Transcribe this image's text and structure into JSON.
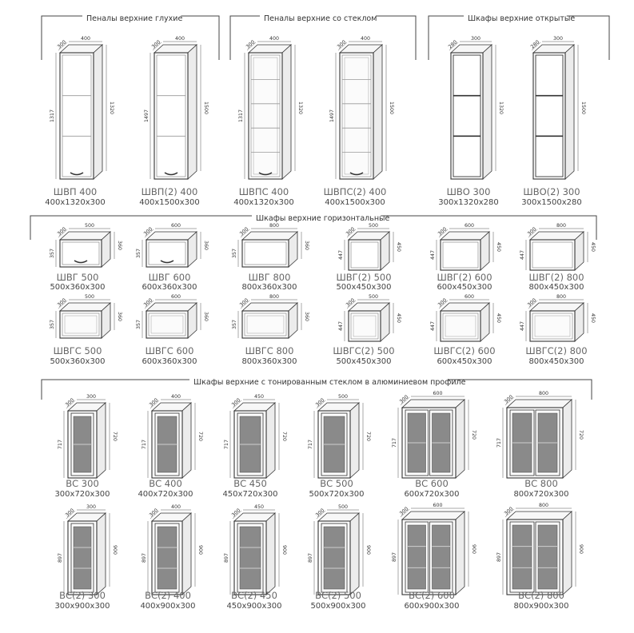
{
  "sections": [
    {
      "title": "Пеналы верхние глухие"
    },
    {
      "title": "Пеналы верхние со стеклом"
    },
    {
      "title": "Шкафы верхние открытые"
    },
    {
      "title": "Шкафы верхние горизонтальные"
    },
    {
      "title": "Шкафы верхние с тонированным стеклом в алюминиевом профиле"
    }
  ],
  "items": [
    {
      "name": "ШВП 400",
      "dims": "400x1320x300",
      "depth_label": "300",
      "width_label": "400",
      "height_left": "1317",
      "height_right": "1320",
      "type": "solid",
      "shelves": 2,
      "handle": true
    },
    {
      "name": "ШВП(2) 400",
      "dims": "400x1500x300",
      "depth_label": "300",
      "width_label": "400",
      "height_left": "1497",
      "height_right": "1500",
      "type": "solid",
      "shelves": 2,
      "handle": true
    },
    {
      "name": "ШВПС 400",
      "dims": "400x1320x300",
      "depth_label": "300",
      "width_label": "400",
      "height_left": "1317",
      "height_right": "1320",
      "type": "glass",
      "shelves": 4,
      "handle": true
    },
    {
      "name": "ШВПС(2) 400",
      "dims": "400x1500x300",
      "depth_label": "300",
      "width_label": "400",
      "height_left": "1497",
      "height_right": "1500",
      "type": "glass",
      "shelves": 4,
      "handle": true
    },
    {
      "name": "ШВО 300",
      "dims": "300x1320x280",
      "depth_label": "280",
      "width_label": "300",
      "height_left": "",
      "height_right": "1320",
      "type": "open",
      "shelves": 3,
      "handle": false
    },
    {
      "name": "ШВО(2) 300",
      "dims": "300x1500x280",
      "depth_label": "280",
      "width_label": "300",
      "height_left": "",
      "height_right": "1500",
      "type": "open",
      "shelves": 3,
      "handle": false
    },
    {
      "name": "ШВГ 500",
      "dims": "500x360x300",
      "depth_label": "300",
      "width_label": "500",
      "height_left": "357",
      "height_right": "360",
      "type": "solid",
      "shelves": 0,
      "handle": true
    },
    {
      "name": "ШВГ 600",
      "dims": "600x360x300",
      "depth_label": "300",
      "width_label": "600",
      "height_left": "357",
      "height_right": "360",
      "type": "solid",
      "shelves": 0,
      "handle": true
    },
    {
      "name": "ШВГ 800",
      "dims": "800x360x300",
      "depth_label": "300",
      "width_label": "800",
      "height_left": "357",
      "height_right": "360",
      "type": "solid",
      "shelves": 0,
      "handle": false
    },
    {
      "name": "ШВГ(2) 500",
      "dims": "500x450x300",
      "depth_label": "300",
      "width_label": "500",
      "height_left": "447",
      "height_right": "450",
      "type": "solid",
      "shelves": 0,
      "handle": false
    },
    {
      "name": "ШВГ(2) 600",
      "dims": "600x450x300",
      "depth_label": "300",
      "width_label": "600",
      "height_left": "447",
      "height_right": "450",
      "type": "solid",
      "shelves": 0,
      "handle": false
    },
    {
      "name": "ШВГ(2) 800",
      "dims": "800x450x300",
      "depth_label": "300",
      "width_label": "800",
      "height_left": "447",
      "height_right": "450",
      "type": "solid",
      "shelves": 0,
      "handle": false
    },
    {
      "name": "ШВГС 500",
      "dims": "500x360x300",
      "depth_label": "300",
      "width_label": "500",
      "height_left": "357",
      "height_right": "360",
      "type": "glass",
      "shelves": 0,
      "handle": false
    },
    {
      "name": "ШВГС 600",
      "dims": "600x360x300",
      "depth_label": "300",
      "width_label": "600",
      "height_left": "357",
      "height_right": "360",
      "type": "glass",
      "shelves": 0,
      "handle": false
    },
    {
      "name": "ШВГС 800",
      "dims": "800x360x300",
      "depth_label": "300",
      "width_label": "800",
      "height_left": "357",
      "height_right": "360",
      "type": "glass",
      "shelves": 0,
      "handle": false
    },
    {
      "name": "ШВГС(2) 500",
      "dims": "500x450x300",
      "depth_label": "300",
      "width_label": "500",
      "height_left": "447",
      "height_right": "450",
      "type": "glass",
      "shelves": 0,
      "handle": false
    },
    {
      "name": "ШВГС(2) 600",
      "dims": "600x450x300",
      "depth_label": "300",
      "width_label": "600",
      "height_left": "447",
      "height_right": "450",
      "type": "glass",
      "shelves": 0,
      "handle": false
    },
    {
      "name": "ШВГС(2) 800",
      "dims": "800x450x300",
      "depth_label": "300",
      "width_label": "800",
      "height_left": "447",
      "height_right": "450",
      "type": "glass",
      "shelves": 0,
      "handle": false
    },
    {
      "name": "ВС 300",
      "dims": "300x720x300",
      "depth_label": "300",
      "width_label": "300",
      "height_left": "717",
      "height_right": "720",
      "type": "tinted",
      "shelves": 1,
      "handle": false
    },
    {
      "name": "ВС 400",
      "dims": "400x720x300",
      "depth_label": "300",
      "width_label": "400",
      "height_left": "717",
      "height_right": "720",
      "type": "tinted",
      "shelves": 1,
      "handle": false
    },
    {
      "name": "ВС 450",
      "dims": "450x720x300",
      "depth_label": "300",
      "width_label": "450",
      "height_left": "717",
      "height_right": "720",
      "type": "tinted",
      "shelves": 1,
      "handle": false
    },
    {
      "name": "ВС 500",
      "dims": "500x720x300",
      "depth_label": "300",
      "width_label": "500",
      "height_left": "717",
      "height_right": "720",
      "type": "tinted",
      "shelves": 1,
      "handle": false
    },
    {
      "name": "ВС 600",
      "dims": "600x720x300",
      "depth_label": "300",
      "width_label": "600",
      "height_left": "717",
      "height_right": "720",
      "type": "tinted2",
      "shelves": 1,
      "handle": false
    },
    {
      "name": "ВС 800",
      "dims": "800x720x300",
      "depth_label": "300",
      "width_label": "800",
      "height_left": "717",
      "height_right": "720",
      "type": "tinted2",
      "shelves": 1,
      "handle": false
    },
    {
      "name": "ВС(2) 300",
      "dims": "300x900x300",
      "depth_label": "300",
      "width_label": "300",
      "height_left": "897",
      "height_right": "900",
      "type": "tinted",
      "shelves": 2,
      "handle": false
    },
    {
      "name": "ВС(2) 400",
      "dims": "400x900x300",
      "depth_label": "300",
      "width_label": "400",
      "height_left": "897",
      "height_right": "900",
      "type": "tinted",
      "shelves": 2,
      "handle": false
    },
    {
      "name": "ВС(2) 450",
      "dims": "450x900x300",
      "depth_label": "300",
      "width_label": "450",
      "height_left": "897",
      "height_right": "900",
      "type": "tinted",
      "shelves": 2,
      "handle": false
    },
    {
      "name": "ВС(2) 500",
      "dims": "500x900x300",
      "depth_label": "300",
      "width_label": "500",
      "height_left": "897",
      "height_right": "900",
      "type": "tinted",
      "shelves": 2,
      "handle": false
    },
    {
      "name": "ВС(2) 600",
      "dims": "600x900x300",
      "depth_label": "300",
      "width_label": "600",
      "height_left": "897",
      "height_right": "900",
      "type": "tinted2",
      "shelves": 2,
      "handle": false
    },
    {
      "name": "ВС(2) 800",
      "dims": "800x900x300",
      "depth_label": "300",
      "width_label": "800",
      "height_left": "897",
      "height_right": "900",
      "type": "tinted2",
      "shelves": 2,
      "handle": false
    }
  ]
}
